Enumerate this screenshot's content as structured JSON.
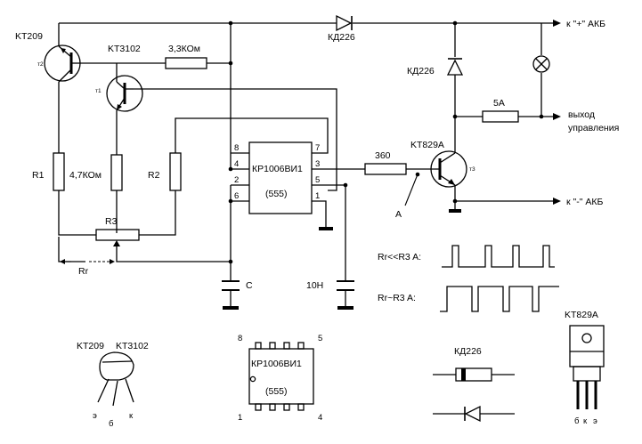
{
  "components": {
    "t2_name": "KT209",
    "t2_tag": "т2",
    "t1_name": "KT3102",
    "t1_tag": "т1",
    "r_33k": "3,3КОм",
    "diode_top": "КД226",
    "diode_right": "КД226",
    "fuse": "5А",
    "r1": "R1",
    "r_47k": "4,7КОм",
    "r2": "R2",
    "r3": "R3",
    "rr": "Rr",
    "ic_name": "КР1006ВИ1",
    "ic_sub": "(555)",
    "r_360": "360",
    "t3_name": "KT829A",
    "t3_tag": "т3",
    "cap_c": "C",
    "cap_10n": "10Н",
    "point_a": "А"
  },
  "ic_pins": {
    "p8": "8",
    "p4": "4",
    "p2": "2",
    "p6": "6",
    "p7": "7",
    "p3": "3",
    "p5": "5",
    "p1": "1"
  },
  "outputs": {
    "plus": "к \"+\" АКБ",
    "control_line1": "выход",
    "control_line2": "управления",
    "minus": "к \"-\" АКБ"
  },
  "waveforms": {
    "low_label": "Rr<<R3  A:",
    "high_label": "Rr~R3  A:"
  },
  "pinouts": {
    "to92_left": "KT209",
    "to92_right": "KT3102",
    "to92_e": "э",
    "to92_b": "б",
    "to92_k": "к",
    "dip_pin8": "8",
    "dip_pin5": "5",
    "dip_pin1": "1",
    "dip_pin4": "4",
    "dip_name": "КР1006ВИ1",
    "dip_sub": "(555)",
    "diode_name": "КД226",
    "to220_name": "KT829A",
    "to220_b": "б",
    "to220_k": "к",
    "to220_e": "э"
  }
}
